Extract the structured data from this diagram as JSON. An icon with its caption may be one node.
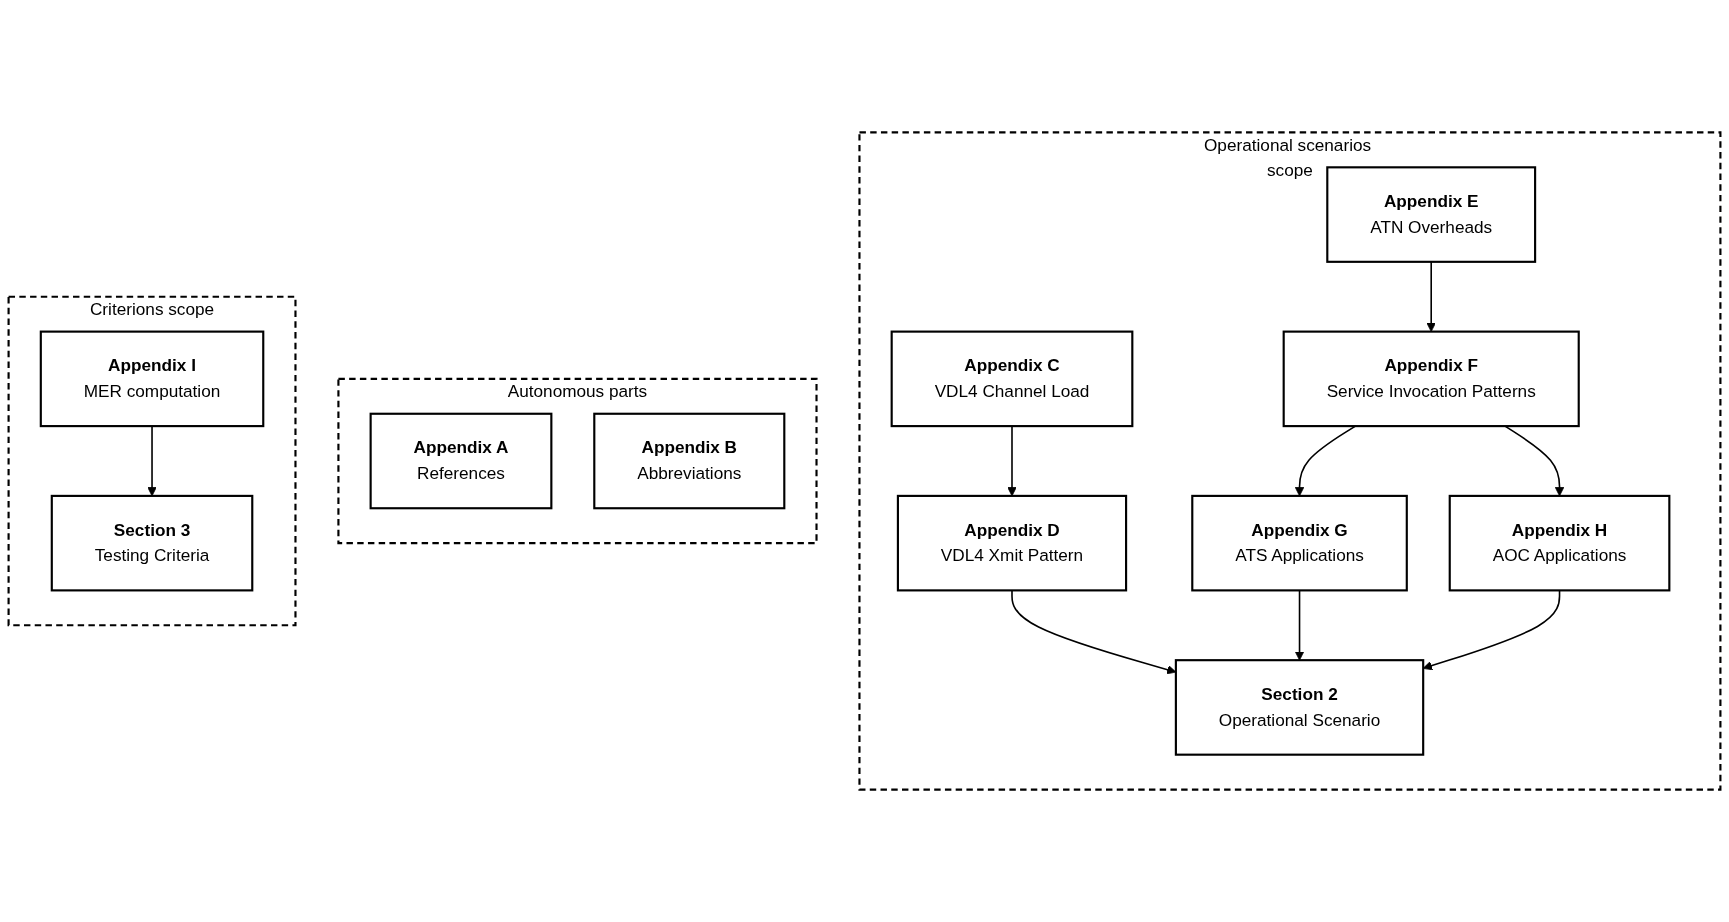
{
  "diagram": {
    "nodes": [
      {
        "text": [
          "Operational scenarios scope"
        ]
      },
      {
        "text": [
          "Appendix C",
          "VDL4 Channel Load"
        ],
        "in": 0
      },
      {
        "text": [
          "Appendix E",
          "ATN Overheads"
        ],
        "in": 0
      },
      {
        "text": [
          "Appendix D",
          "VDL4 Xmit Pattern"
        ],
        "in": 0
      },
      {
        "text": [
          "Appendix F",
          "Service Invocation Patterns"
        ],
        "in": 0
      },
      {
        "text": [
          "Appendix G",
          "ATS Applications"
        ],
        "in": 0
      },
      {
        "text": [
          "Appendix H",
          "AOC Applications"
        ],
        "in": 0
      },
      {
        "text": [
          "Section 2",
          "Operational Scenario"
        ],
        "in": 0
      },
      {
        "text": [
          "Autonomous parts"
        ]
      },
      {
        "text": [
          "Appendix A",
          "References"
        ],
        "in": 8
      },
      {
        "text": [
          "Appendix B",
          "Abbreviations"
        ],
        "in": 8
      },
      {
        "text": [
          "Criterions scope"
        ]
      },
      {
        "text": [
          "Appendix I",
          "MER computation"
        ],
        "in": 11
      },
      {
        "text": [
          "Section 3",
          "Testing Criteria"
        ],
        "in": 11
      }
    ],
    "edges": [
      {
        "from": 1,
        "to": 3,
        "arrow": "to"
      },
      {
        "from": 2,
        "to": 4,
        "arrow": "to"
      },
      {
        "from": 4,
        "to": 5,
        "arrow": "to"
      },
      {
        "from": 4,
        "to": 6,
        "arrow": "to"
      },
      {
        "from": 3,
        "to": 7,
        "arrow": "to"
      },
      {
        "from": 5,
        "to": 7,
        "arrow": "to"
      },
      {
        "from": 6,
        "to": 7,
        "arrow": "to"
      },
      {
        "from": 12,
        "to": 13,
        "arrow": "to"
      }
    ]
  }
}
